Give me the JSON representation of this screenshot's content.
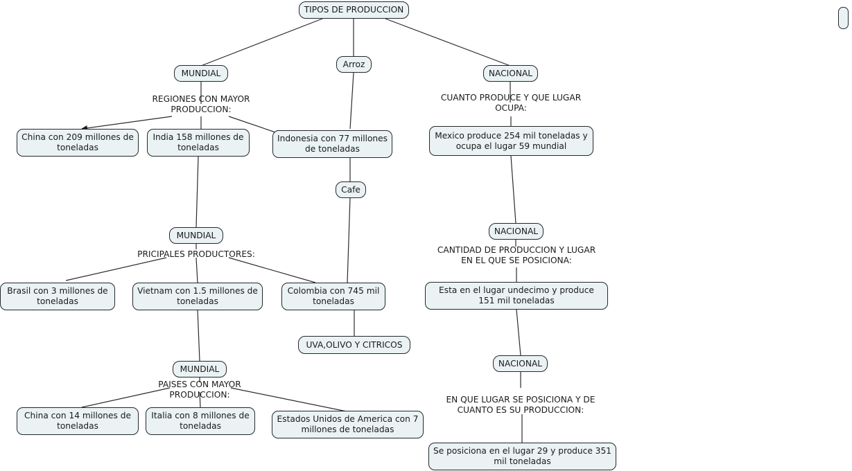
{
  "diagram": {
    "title": "TIPOS DE PRODUCCION",
    "nodes": {
      "root": "TIPOS DE PRODUCCION",
      "mundial_arroz": "MUNDIAL",
      "arroz": "Arroz",
      "nacional_arroz": "NACIONAL",
      "china_arroz": "China con 209 millones de toneladas",
      "india_arroz": "India 158 millones de toneladas",
      "indonesia_arroz": "Indonesia con 77 millones de toneladas",
      "mexico_arroz": "Mexico produce 254 mil toneladas y ocupa el lugar 59 mundial",
      "cafe": "Cafe",
      "mundial_cafe": "MUNDIAL",
      "nacional_cafe": "NACIONAL",
      "brasil_cafe": "Brasil con 3 millones de toneladas",
      "vietnam_cafe": "Vietnam con 1.5 millones de toneladas",
      "colombia_cafe": "Colombia con 745 mil toneladas",
      "mexico_cafe": "Esta en el lugar undecimo y produce 151 mil toneladas",
      "uva": "UVA,OLIVO Y CITRICOS",
      "mundial_uva": "MUNDIAL",
      "nacional_uva": "NACIONAL",
      "china_uva": "China con 14 millones de toneladas",
      "italia_uva": "Italia con 8 millones de toneladas",
      "eua_uva": "Estados Unidos de America con 7 millones de toneladas",
      "mexico_uva": "Se posiciona en el lugar 29 y produce 351 mil toneladas",
      "blank_node": ""
    },
    "link_labels": {
      "regiones_mayor": "REGIONES CON MAYOR\nPRODUCCION:",
      "cuanto_produce": "CUANTO PRODUCE Y QUE LUGAR\nOCUPA:",
      "pricipales": "PRICIPALES PRODUCTORES:",
      "cantidad_produccion": "CANTIDAD DE PRODUCCION Y LUGAR\nEN EL QUE SE POSICIONA:",
      "paises_mayor": "PAISES CON MAYOR\nPRODUCCION:",
      "en_que_lugar": "EN QUE LUGAR SE POSICIONA Y DE\nCUANTO ES SU PRODUCCION:"
    },
    "colors": {
      "node_fill": "#eaf2f4",
      "node_border": "#23272b",
      "link_line": "#2b2b2b",
      "text": "#1a1a1a",
      "background": "#ffffff"
    }
  }
}
